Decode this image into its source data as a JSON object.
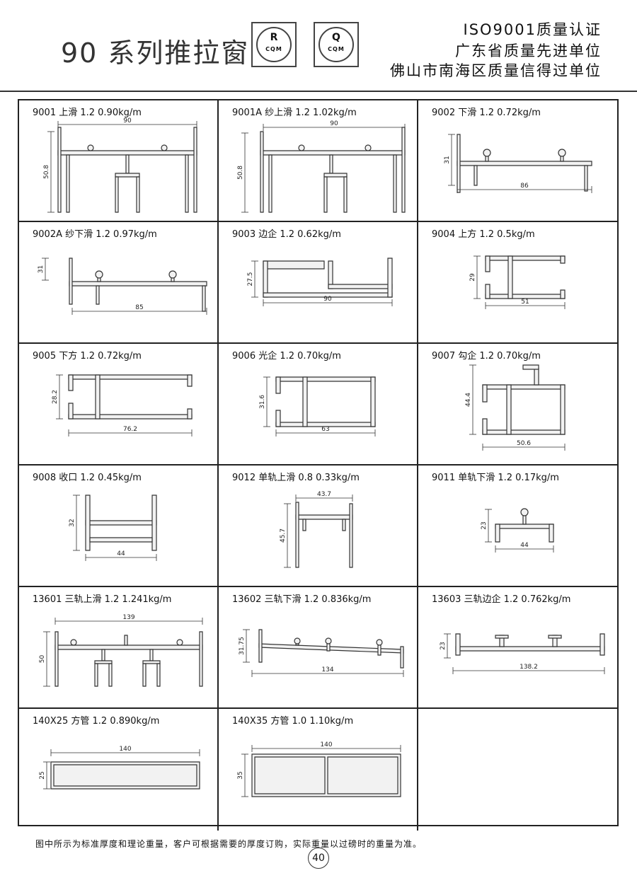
{
  "header": {
    "title": "90 系列推拉窗",
    "logos": [
      {
        "glyph": "R",
        "sub": "CQM"
      },
      {
        "glyph": "Q",
        "sub": "CQM"
      }
    ],
    "certs": [
      "ISO9001质量认证",
      "广东省质量先进单位",
      "佛山市南海区质量信得过单位"
    ]
  },
  "cells": [
    {
      "label": "9001  上滑    1.2    0.90kg/m",
      "dims": [
        "90",
        "50.8"
      ]
    },
    {
      "label": "9001A  纱上滑    1.2    1.02kg/m",
      "dims": [
        "90",
        "50.8"
      ]
    },
    {
      "label": "9002  下滑    1.2    0.72kg/m",
      "dims": [
        "86",
        "31"
      ]
    },
    {
      "label": "9002A  纱下滑    1.2    0.97kg/m",
      "dims": [
        "85",
        "31"
      ]
    },
    {
      "label": "9003  边企    1.2    0.62kg/m",
      "dims": [
        "90",
        "27.5"
      ]
    },
    {
      "label": "9004  上方    1.2    0.5kg/m",
      "dims": [
        "51",
        "29"
      ]
    },
    {
      "label": "9005  下方    1.2    0.72kg/m",
      "dims": [
        "76.2",
        "28.2"
      ]
    },
    {
      "label": "9006  光企    1.2    0.70kg/m",
      "dims": [
        "63",
        "31.6"
      ]
    },
    {
      "label": "9007  勾企    1.2    0.70kg/m",
      "dims": [
        "50.6",
        "44.4"
      ]
    },
    {
      "label": "9008  收口    1.2    0.45kg/m",
      "dims": [
        "44",
        "32"
      ]
    },
    {
      "label": "9012  单轨上滑    0.8    0.33kg/m",
      "dims": [
        "43.7",
        "45.7"
      ]
    },
    {
      "label": "9011  单轨下滑    1.2    0.17kg/m",
      "dims": [
        "44",
        "23"
      ]
    },
    {
      "label": "13601  三轨上滑    1.2    1.241kg/m",
      "dims": [
        "139",
        "50"
      ]
    },
    {
      "label": "13602  三轨下滑    1.2    0.836kg/m",
      "dims": [
        "134",
        "31.75"
      ]
    },
    {
      "label": "13603  三轨边企    1.2    0.762kg/m",
      "dims": [
        "138.2",
        "23"
      ]
    },
    {
      "label": "140X25  方管    1.2    0.890kg/m",
      "dims": [
        "140",
        "25"
      ]
    },
    {
      "label": "140X35  方管    1.0    1.10kg/m",
      "dims": [
        "140",
        "35"
      ]
    },
    {
      "label": "",
      "dims": []
    }
  ],
  "footer": {
    "note": "图中所示为标准厚度和理论重量，客户可根据需要的厚度订购，实际重量以过磅时的重量为准。",
    "page_number": "40"
  }
}
